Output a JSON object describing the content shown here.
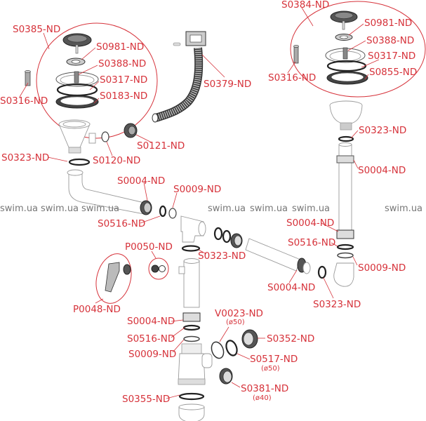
{
  "diagram": {
    "accent_color": "#d6323a",
    "watermark_text": "swim.ua",
    "groups": {
      "left_strainer_kit": "S0385-ND",
      "right_strainer_kit": "S0384-ND"
    },
    "labels": {
      "l_s0385": "S0385-ND",
      "l_s0981_a": "S0981-ND",
      "l_s0388_a": "S0388-ND",
      "l_s0317_a": "S0317-ND",
      "l_s0183": "S0183-ND",
      "l_s0316_a": "S0316-ND",
      "l_s0379": "S0379-ND",
      "l_s0384": "S0384-ND",
      "l_s0981_b": "S0981-ND",
      "l_s0316_b": "S0316-ND",
      "l_s0388_b": "S0388-ND",
      "l_s0317_b": "S0317-ND",
      "l_s0855": "S0855-ND",
      "l_s0323_a": "S0323-ND",
      "l_s0120": "S0120-ND",
      "l_s0121": "S0121-ND",
      "l_s0323_b": "S0323-ND",
      "l_s0004_a": "S0004-ND",
      "l_s0004_b": "S0004-ND",
      "l_s0009_a": "S0009-ND",
      "l_s0516_a": "S0516-ND",
      "l_s0004_c": "S0004-ND",
      "l_s0516_b": "S0516-ND",
      "l_p0050": "P0050-ND",
      "l_s0323_c": "S0323-ND",
      "l_s0009_b": "S0009-ND",
      "l_p0048": "P0048-ND",
      "l_s0004_d": "S0004-ND",
      "l_s0323_d": "S0323-ND",
      "l_s0004_e": "S0004-ND",
      "l_v0023": "V0023-ND",
      "l_v0023_sub": "(ø50)",
      "l_s0352": "S0352-ND",
      "l_s0516_c": "S0516-ND",
      "l_s0009_c": "S0009-ND",
      "l_s0517": "S0517-ND",
      "l_s0517_sub": "(ø50)",
      "l_s0381": "S0381-ND",
      "l_s0381_sub": "(ø40)",
      "l_s0355": "S0355-ND"
    }
  }
}
